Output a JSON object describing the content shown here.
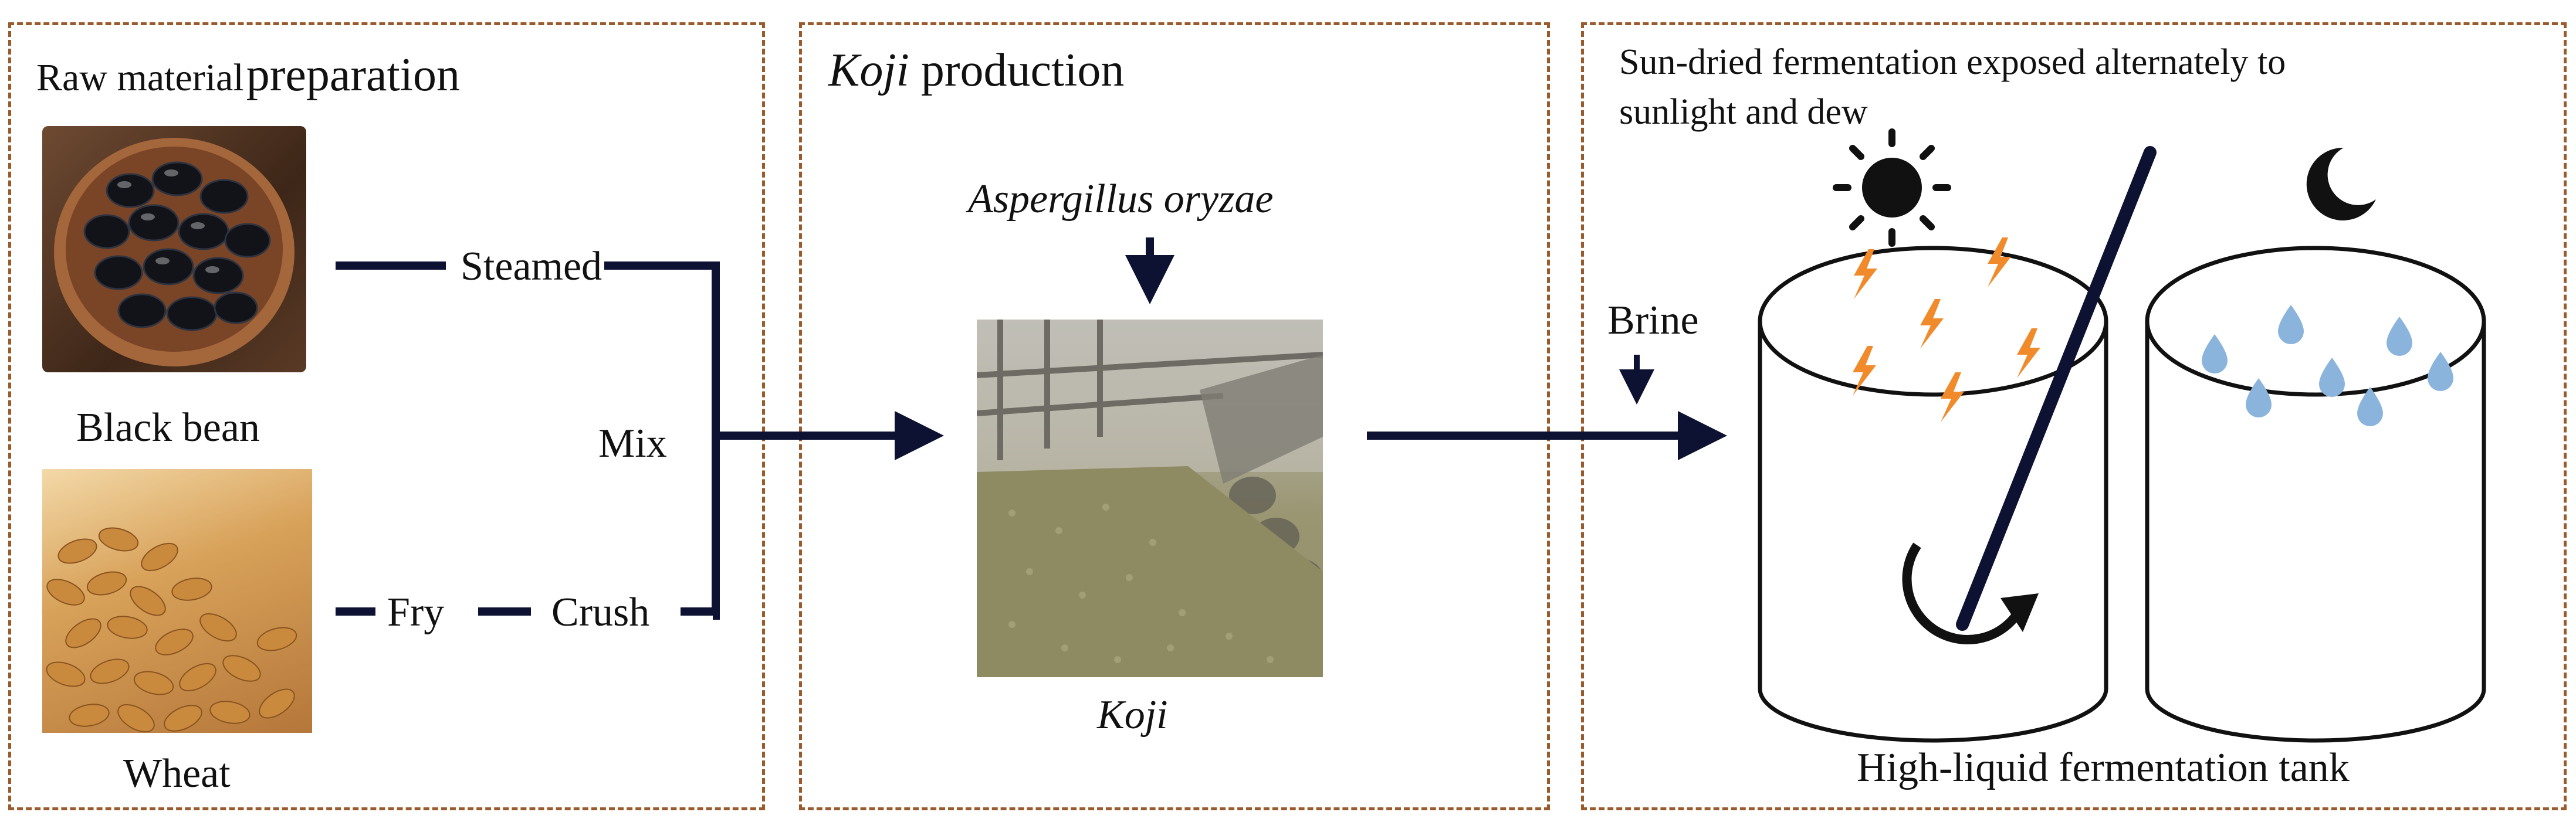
{
  "panels": {
    "raw": {
      "title_small": "Raw material",
      "title_large": "preparation",
      "ingredients": [
        {
          "name": "Black bean",
          "icon": "black-bean-photo"
        },
        {
          "name": "Wheat",
          "icon": "wheat-photo"
        }
      ],
      "steps": {
        "steamed": "Steamed",
        "fry": "Fry",
        "crush": "Crush",
        "mix": "Mix"
      }
    },
    "koji": {
      "title_italic": "Koji",
      "title_rest": " production",
      "inoculant": "Aspergillus oryzae",
      "product": "Koji",
      "icon": "koji-room-photo"
    },
    "ferment": {
      "title_line1": "Sun-dried fermentation exposed alternately to",
      "title_line2": "sunlight and dew",
      "brine": "Brine",
      "tank_label": "High-liquid fermentation tank",
      "icons": [
        "sun-icon",
        "moon-icon",
        "lightning-icon",
        "water-drop-icon",
        "stir-rod-icon",
        "rotation-arrow-icon"
      ]
    }
  },
  "colors": {
    "panel_border": "#9b5a2c",
    "arrow": "#0d1233",
    "lightning": "#f08a2a",
    "drop": "#8ab4dc"
  }
}
